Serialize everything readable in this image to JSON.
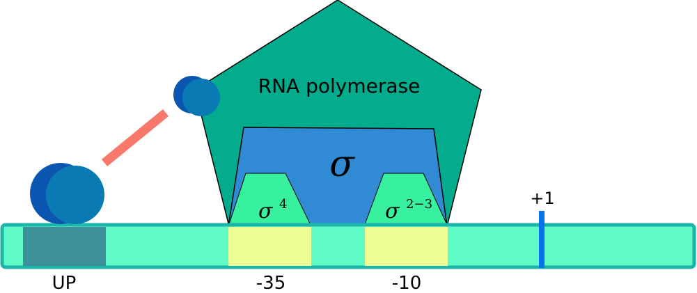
{
  "labels": {
    "polymerase": "RNA polymerase",
    "sigma": "σ",
    "sigma4_base": "σ",
    "sigma4_sup": "4",
    "sigma23_base": "σ",
    "sigma23_sup": "2−3",
    "tss": "+1",
    "up": "UP",
    "minus35": "-35",
    "minus10": "-10"
  },
  "colors": {
    "dna_fill": "#5ffcc8",
    "dna_stroke": "#1bb5aa",
    "up_element": "#3d8f99",
    "promoter_box": "#efff95",
    "polymerase": "#03ac8c",
    "sigma": "#318bd4",
    "sigma_domain": "#37f19f",
    "tss_mark": "#0a72e9",
    "alpha_ctd_dark": "#0b56b1",
    "alpha_ctd_light": "#0a7ab5",
    "linker": "#f8796c"
  }
}
